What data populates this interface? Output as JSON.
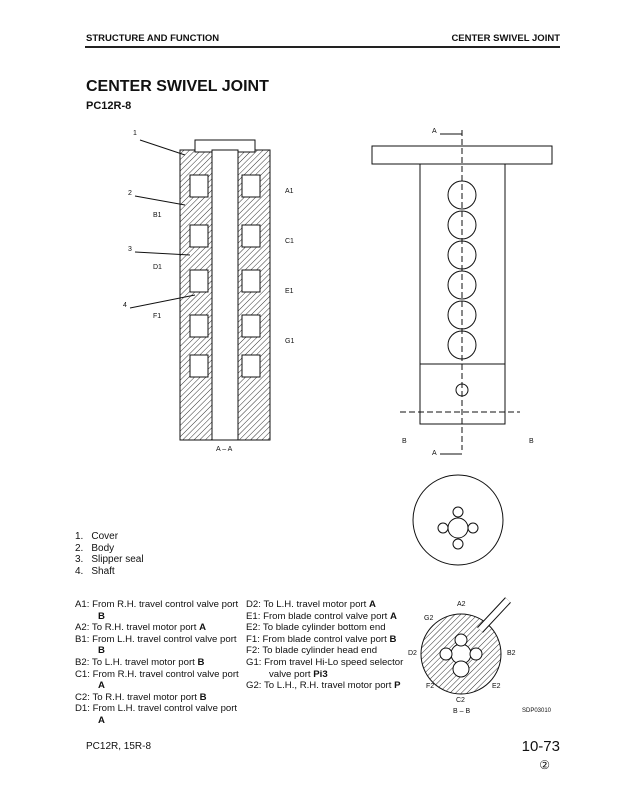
{
  "header": {
    "left": "STRUCTURE AND FUNCTION",
    "right": "CENTER SWIVEL JOINT"
  },
  "title": "CENTER SWIVEL JOINT",
  "model": "PC12R-8",
  "section_view": {
    "callouts": [
      "1",
      "2",
      "3",
      "4"
    ],
    "ports_left": [
      "B1",
      "D1",
      "F1"
    ],
    "ports_right": [
      "A1",
      "C1",
      "E1",
      "G1"
    ],
    "caption": "A – A"
  },
  "side_view": {
    "marks": [
      "A",
      "A",
      "B",
      "B"
    ]
  },
  "bb_view": {
    "ports": [
      "A2",
      "G2",
      "D2",
      "B2",
      "F2",
      "E2",
      "C2"
    ],
    "caption": "B – B",
    "code": "SDP03010"
  },
  "parts": [
    {
      "n": "1.",
      "t": "Cover"
    },
    {
      "n": "2.",
      "t": "Body"
    },
    {
      "n": "3.",
      "t": "Slipper seal"
    },
    {
      "n": "4.",
      "t": "Shaft"
    }
  ],
  "ports_left": [
    {
      "k": "A1:",
      "t": "From R.H. travel control valve port ",
      "b": "B"
    },
    {
      "k": "A2:",
      "t": "To R.H. travel motor port ",
      "b": "A"
    },
    {
      "k": "B1:",
      "t": "From L.H. travel control valve port ",
      "b": "B"
    },
    {
      "k": "B2:",
      "t": "To L.H. travel motor port ",
      "b": "B"
    },
    {
      "k": "C1:",
      "t": "From R.H. travel control valve port ",
      "b": "A"
    },
    {
      "k": "C2:",
      "t": "To R.H. travel motor port ",
      "b": "B"
    },
    {
      "k": "D1:",
      "t": "From L.H. travel control valve port ",
      "b": "A"
    }
  ],
  "ports_right": [
    {
      "k": "D2:",
      "t": "To L.H. travel motor port ",
      "b": "A"
    },
    {
      "k": "E1:",
      "t": "From blade control valve port ",
      "b": "A"
    },
    {
      "k": "E2:",
      "t": "To blade cylinder bottom end",
      "b": ""
    },
    {
      "k": "F1:",
      "t": "From blade control valve port ",
      "b": "B"
    },
    {
      "k": "F2:",
      "t": "To blade cylinder head end",
      "b": ""
    },
    {
      "k": "G1:",
      "t": "From travel Hi-Lo speed selector valve port ",
      "b": "Pi3"
    },
    {
      "k": "G2:",
      "t": "To L.H., R.H. travel motor port ",
      "b": "P"
    }
  ],
  "footer": {
    "models": "PC12R, 15R-8",
    "page": "10-73",
    "rev": "②"
  }
}
